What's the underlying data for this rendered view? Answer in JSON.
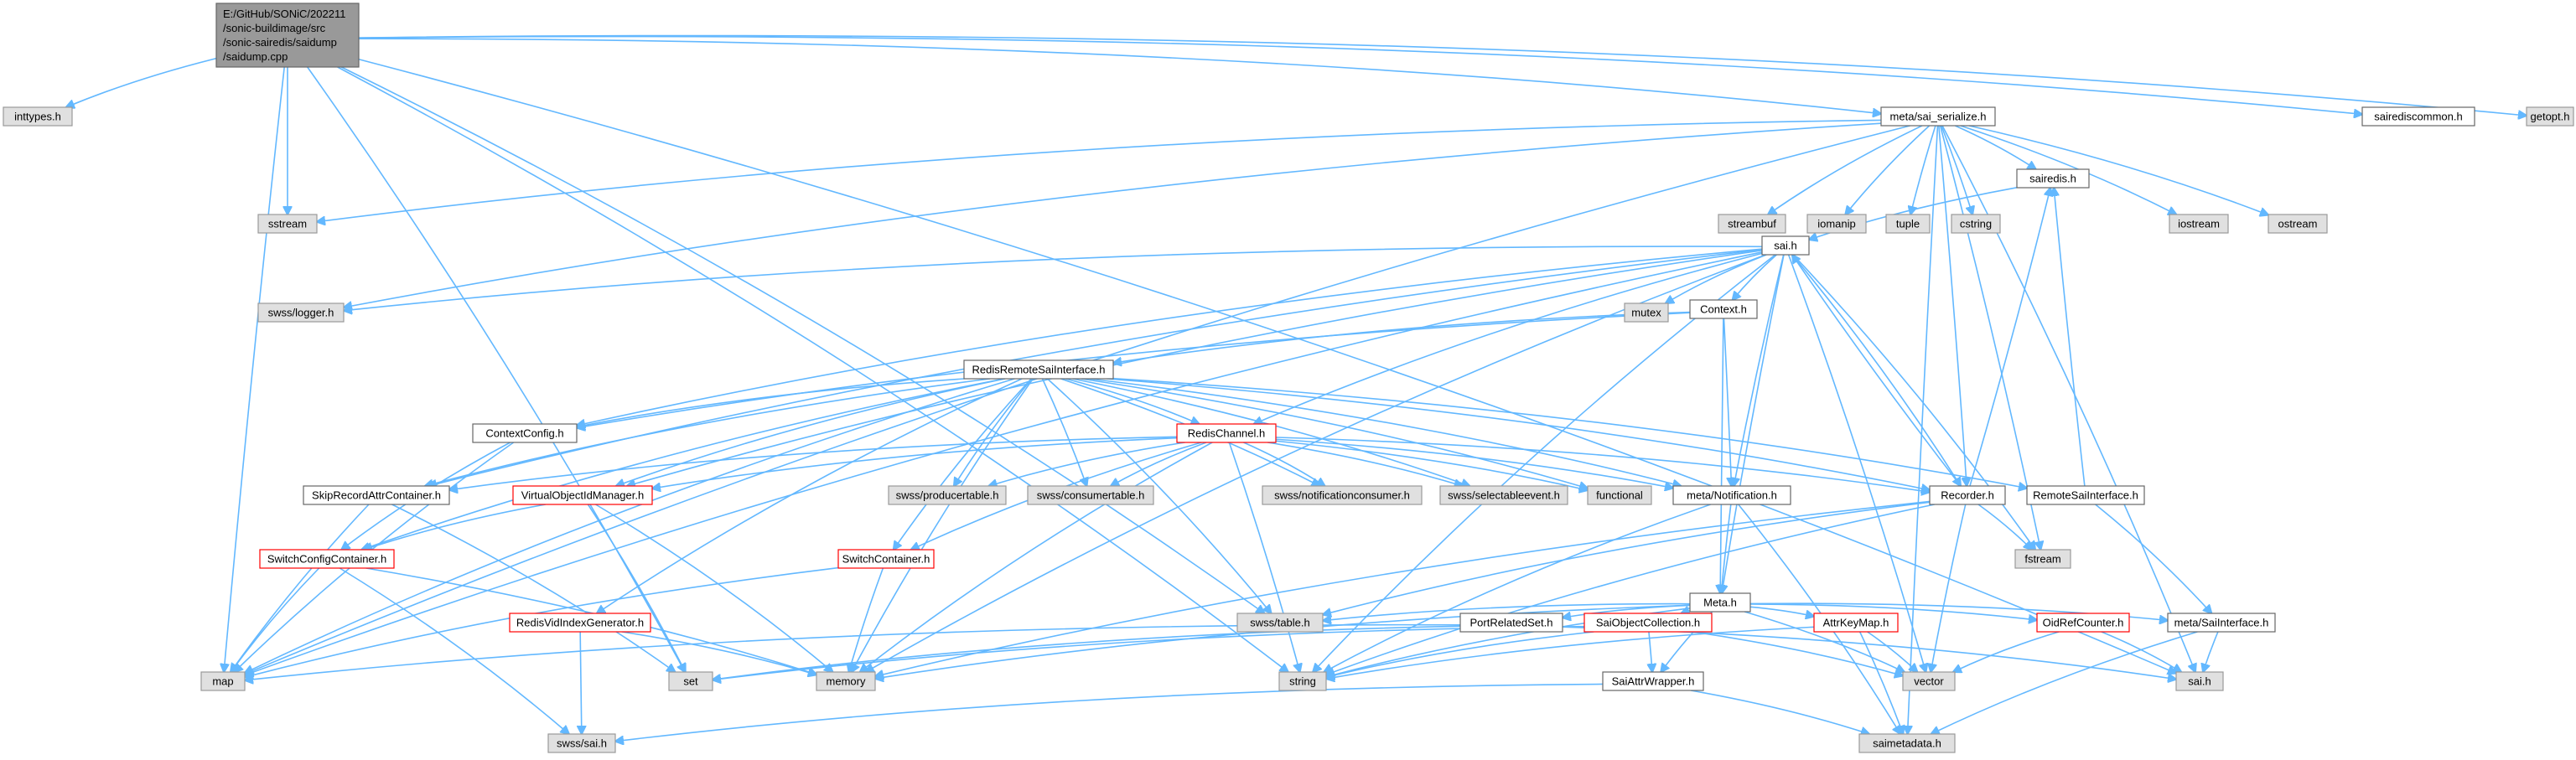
{
  "colors": {
    "edge": "#63b8ff",
    "node_border": "#666666",
    "system_fill": "#e0e0e0",
    "root_fill": "#999999",
    "red_border": "#ff0000"
  },
  "nodes": [
    {
      "id": "root",
      "lines": [
        "E:/GitHub/SONiC/202211",
        "/sonic-buildimage/src",
        "/sonic-sairedis/saidump",
        "/saidump.cpp"
      ],
      "kind": "root"
    },
    {
      "id": "inttypes",
      "lines": [
        "inttypes.h"
      ],
      "kind": "system"
    },
    {
      "id": "sstream",
      "lines": [
        "sstream"
      ],
      "kind": "system"
    },
    {
      "id": "sai_serialize",
      "lines": [
        "meta/sai_serialize.h"
      ],
      "kind": "file"
    },
    {
      "id": "sairediscommon",
      "lines": [
        "sairediscommon.h"
      ],
      "kind": "file"
    },
    {
      "id": "getopt",
      "lines": [
        "getopt.h"
      ],
      "kind": "system"
    },
    {
      "id": "streambuf",
      "lines": [
        "streambuf"
      ],
      "kind": "system"
    },
    {
      "id": "iomanip",
      "lines": [
        "iomanip"
      ],
      "kind": "system"
    },
    {
      "id": "tuple",
      "lines": [
        "tuple"
      ],
      "kind": "system"
    },
    {
      "id": "cstring",
      "lines": [
        "cstring"
      ],
      "kind": "system"
    },
    {
      "id": "sairedis",
      "lines": [
        "sairedis.h"
      ],
      "kind": "file"
    },
    {
      "id": "iostream",
      "lines": [
        "iostream"
      ],
      "kind": "system"
    },
    {
      "id": "ostream",
      "lines": [
        "ostream"
      ],
      "kind": "system"
    },
    {
      "id": "sai_h",
      "lines": [
        "sai.h"
      ],
      "kind": "file"
    },
    {
      "id": "logger",
      "lines": [
        "swss/logger.h"
      ],
      "kind": "system"
    },
    {
      "id": "mutex",
      "lines": [
        "mutex"
      ],
      "kind": "system"
    },
    {
      "id": "context",
      "lines": [
        "Context.h"
      ],
      "kind": "file"
    },
    {
      "id": "rrsi",
      "lines": [
        "RedisRemoteSaiInterface.h"
      ],
      "kind": "file"
    },
    {
      "id": "contextconfig",
      "lines": [
        "ContextConfig.h"
      ],
      "kind": "file"
    },
    {
      "id": "redischannel",
      "lines": [
        "RedisChannel.h"
      ],
      "kind": "red"
    },
    {
      "id": "skiprecord",
      "lines": [
        "SkipRecordAttrContainer.h"
      ],
      "kind": "file"
    },
    {
      "id": "voidm",
      "lines": [
        "VirtualObjectIdManager.h"
      ],
      "kind": "red"
    },
    {
      "id": "producertable",
      "lines": [
        "swss/producertable.h"
      ],
      "kind": "system"
    },
    {
      "id": "consumertable",
      "lines": [
        "swss/consumertable.h"
      ],
      "kind": "system"
    },
    {
      "id": "notifconsumer",
      "lines": [
        "swss/notificationconsumer.h"
      ],
      "kind": "system"
    },
    {
      "id": "selectableevent",
      "lines": [
        "swss/selectableevent.h"
      ],
      "kind": "system"
    },
    {
      "id": "functional",
      "lines": [
        "functional"
      ],
      "kind": "system"
    },
    {
      "id": "notification",
      "lines": [
        "meta/Notification.h"
      ],
      "kind": "file"
    },
    {
      "id": "recorder",
      "lines": [
        "Recorder.h"
      ],
      "kind": "file"
    },
    {
      "id": "remotesai",
      "lines": [
        "RemoteSaiInterface.h"
      ],
      "kind": "file"
    },
    {
      "id": "switchconfigcontainer",
      "lines": [
        "SwitchConfigContainer.h"
      ],
      "kind": "red"
    },
    {
      "id": "switchcontainer",
      "lines": [
        "SwitchContainer.h"
      ],
      "kind": "red"
    },
    {
      "id": "fstream",
      "lines": [
        "fstream"
      ],
      "kind": "system"
    },
    {
      "id": "meta",
      "lines": [
        "Meta.h"
      ],
      "kind": "file"
    },
    {
      "id": "redisvid",
      "lines": [
        "RedisVidIndexGenerator.h"
      ],
      "kind": "red"
    },
    {
      "id": "table",
      "lines": [
        "swss/table.h"
      ],
      "kind": "system"
    },
    {
      "id": "portrelated",
      "lines": [
        "PortRelatedSet.h"
      ],
      "kind": "file"
    },
    {
      "id": "saiobjcoll",
      "lines": [
        "SaiObjectCollection.h"
      ],
      "kind": "red"
    },
    {
      "id": "attrkeymap",
      "lines": [
        "AttrKeyMap.h"
      ],
      "kind": "red"
    },
    {
      "id": "oidref",
      "lines": [
        "OidRefCounter.h"
      ],
      "kind": "red"
    },
    {
      "id": "metasaiif",
      "lines": [
        "meta/SaiInterface.h"
      ],
      "kind": "file"
    },
    {
      "id": "map",
      "lines": [
        "map"
      ],
      "kind": "system"
    },
    {
      "id": "set",
      "lines": [
        "set"
      ],
      "kind": "system"
    },
    {
      "id": "memory",
      "lines": [
        "memory"
      ],
      "kind": "system"
    },
    {
      "id": "string",
      "lines": [
        "string"
      ],
      "kind": "system"
    },
    {
      "id": "vector",
      "lines": [
        "vector"
      ],
      "kind": "system"
    },
    {
      "id": "sai_h2",
      "lines": [
        "sai.h"
      ],
      "kind": "system"
    },
    {
      "id": "saiattrwrapper",
      "lines": [
        "SaiAttrWrapper.h"
      ],
      "kind": "file"
    },
    {
      "id": "swsssai",
      "lines": [
        "swss/sai.h"
      ],
      "kind": "system"
    },
    {
      "id": "saimetadata",
      "lines": [
        "saimetadata.h"
      ],
      "kind": "system"
    }
  ],
  "edges": [
    [
      "root",
      "inttypes"
    ],
    [
      "root",
      "sstream"
    ],
    [
      "root",
      "sai_serialize"
    ],
    [
      "root",
      "sairediscommon"
    ],
    [
      "root",
      "getopt"
    ],
    [
      "root",
      "map"
    ],
    [
      "root",
      "set"
    ],
    [
      "root",
      "string"
    ],
    [
      "root",
      "table"
    ],
    [
      "root",
      "sai_h2"
    ],
    [
      "sai_serialize",
      "sstream"
    ],
    [
      "sai_serialize",
      "streambuf"
    ],
    [
      "sai_serialize",
      "iomanip"
    ],
    [
      "sai_serialize",
      "tuple"
    ],
    [
      "sai_serialize",
      "cstring"
    ],
    [
      "sai_serialize",
      "sairedis"
    ],
    [
      "sai_serialize",
      "iostream"
    ],
    [
      "sai_serialize",
      "ostream"
    ],
    [
      "sai_serialize",
      "logger"
    ],
    [
      "sai_serialize",
      "map"
    ],
    [
      "sai_serialize",
      "saimetadata"
    ],
    [
      "sai_serialize",
      "sai_h2"
    ],
    [
      "sai_serialize",
      "fstream"
    ],
    [
      "sai_serialize",
      "recorder"
    ],
    [
      "sairedis",
      "sai_h"
    ],
    [
      "sai_h",
      "logger"
    ],
    [
      "sai_h",
      "mutex"
    ],
    [
      "sai_h",
      "context"
    ],
    [
      "sai_h",
      "map"
    ],
    [
      "sai_h",
      "memory"
    ],
    [
      "sai_h",
      "string"
    ],
    [
      "sai_h",
      "vector"
    ],
    [
      "sai_h",
      "notification"
    ],
    [
      "sai_h",
      "recorder"
    ],
    [
      "sai_h",
      "meta"
    ],
    [
      "sai_h",
      "fstream"
    ],
    [
      "sai_h",
      "voidm"
    ],
    [
      "sai_h",
      "skiprecord"
    ],
    [
      "sai_h",
      "contextconfig"
    ],
    [
      "sai_h",
      "redischannel"
    ],
    [
      "context",
      "rrsi"
    ],
    [
      "context",
      "meta"
    ],
    [
      "context",
      "notification"
    ],
    [
      "context",
      "contextconfig"
    ],
    [
      "rrsi",
      "contextconfig"
    ],
    [
      "rrsi",
      "redischannel"
    ],
    [
      "rrsi",
      "skiprecord"
    ],
    [
      "rrsi",
      "voidm"
    ],
    [
      "rrsi",
      "producertable"
    ],
    [
      "rrsi",
      "consumertable"
    ],
    [
      "rrsi",
      "notifconsumer"
    ],
    [
      "rrsi",
      "selectableevent"
    ],
    [
      "rrsi",
      "functional"
    ],
    [
      "rrsi",
      "notification"
    ],
    [
      "rrsi",
      "recorder"
    ],
    [
      "rrsi",
      "remotesai"
    ],
    [
      "rrsi",
      "switchconfigcontainer"
    ],
    [
      "rrsi",
      "switchcontainer"
    ],
    [
      "rrsi",
      "redisvid"
    ],
    [
      "rrsi",
      "map"
    ],
    [
      "rrsi",
      "memory"
    ],
    [
      "rrsi",
      "table"
    ],
    [
      "contextconfig",
      "switchconfigcontainer"
    ],
    [
      "contextconfig",
      "map"
    ],
    [
      "redischannel",
      "producertable"
    ],
    [
      "redischannel",
      "consumertable"
    ],
    [
      "redischannel",
      "notifconsumer"
    ],
    [
      "redischannel",
      "selectableevent"
    ],
    [
      "redischannel",
      "functional"
    ],
    [
      "redischannel",
      "notification"
    ],
    [
      "redischannel",
      "memory"
    ],
    [
      "redischannel",
      "recorder"
    ],
    [
      "redischannel",
      "skiprecord"
    ],
    [
      "redischannel",
      "voidm"
    ],
    [
      "redischannel",
      "switchcontainer"
    ],
    [
      "redischannel",
      "string"
    ],
    [
      "skiprecord",
      "map"
    ],
    [
      "skiprecord",
      "set"
    ],
    [
      "voidm",
      "switchconfigcontainer"
    ],
    [
      "voidm",
      "set"
    ],
    [
      "voidm",
      "memory"
    ],
    [
      "switchconfigcontainer",
      "map"
    ],
    [
      "switchconfigcontainer",
      "memory"
    ],
    [
      "switchconfigcontainer",
      "swsssai"
    ],
    [
      "switchcontainer",
      "map"
    ],
    [
      "switchcontainer",
      "memory"
    ],
    [
      "redisvid",
      "memory"
    ],
    [
      "redisvid",
      "swsssai"
    ],
    [
      "notification",
      "meta"
    ],
    [
      "notification",
      "string"
    ],
    [
      "notification",
      "saimetadata"
    ],
    [
      "recorder",
      "fstream"
    ],
    [
      "recorder",
      "vector"
    ],
    [
      "recorder",
      "sairedis"
    ],
    [
      "recorder",
      "sai_h"
    ],
    [
      "recorder",
      "table"
    ],
    [
      "recorder",
      "memory"
    ],
    [
      "recorder",
      "string"
    ],
    [
      "remotesai",
      "sairedis"
    ],
    [
      "remotesai",
      "metasaiif"
    ],
    [
      "meta",
      "table"
    ],
    [
      "meta",
      "portrelated"
    ],
    [
      "meta",
      "saiobjcoll"
    ],
    [
      "meta",
      "attrkeymap"
    ],
    [
      "meta",
      "oidref"
    ],
    [
      "meta",
      "metasaiif"
    ],
    [
      "meta",
      "saiattrwrapper"
    ],
    [
      "meta",
      "memory"
    ],
    [
      "meta",
      "string"
    ],
    [
      "meta",
      "vector"
    ],
    [
      "portrelated",
      "map"
    ],
    [
      "portrelated",
      "set"
    ],
    [
      "portrelated",
      "sai_h2"
    ],
    [
      "saiobjcoll",
      "saiattrwrapper"
    ],
    [
      "saiobjcoll",
      "set"
    ],
    [
      "saiobjcoll",
      "string"
    ],
    [
      "saiobjcoll",
      "vector"
    ],
    [
      "attrkeymap",
      "saimetadata"
    ],
    [
      "attrkeymap",
      "string"
    ],
    [
      "attrkeymap",
      "vector"
    ],
    [
      "oidref",
      "sai_h2"
    ],
    [
      "oidref",
      "vector"
    ],
    [
      "metasaiif",
      "sai_h2"
    ],
    [
      "metasaiif",
      "saimetadata"
    ],
    [
      "saiattrwrapper",
      "swsssai"
    ],
    [
      "saiattrwrapper",
      "saimetadata"
    ]
  ]
}
